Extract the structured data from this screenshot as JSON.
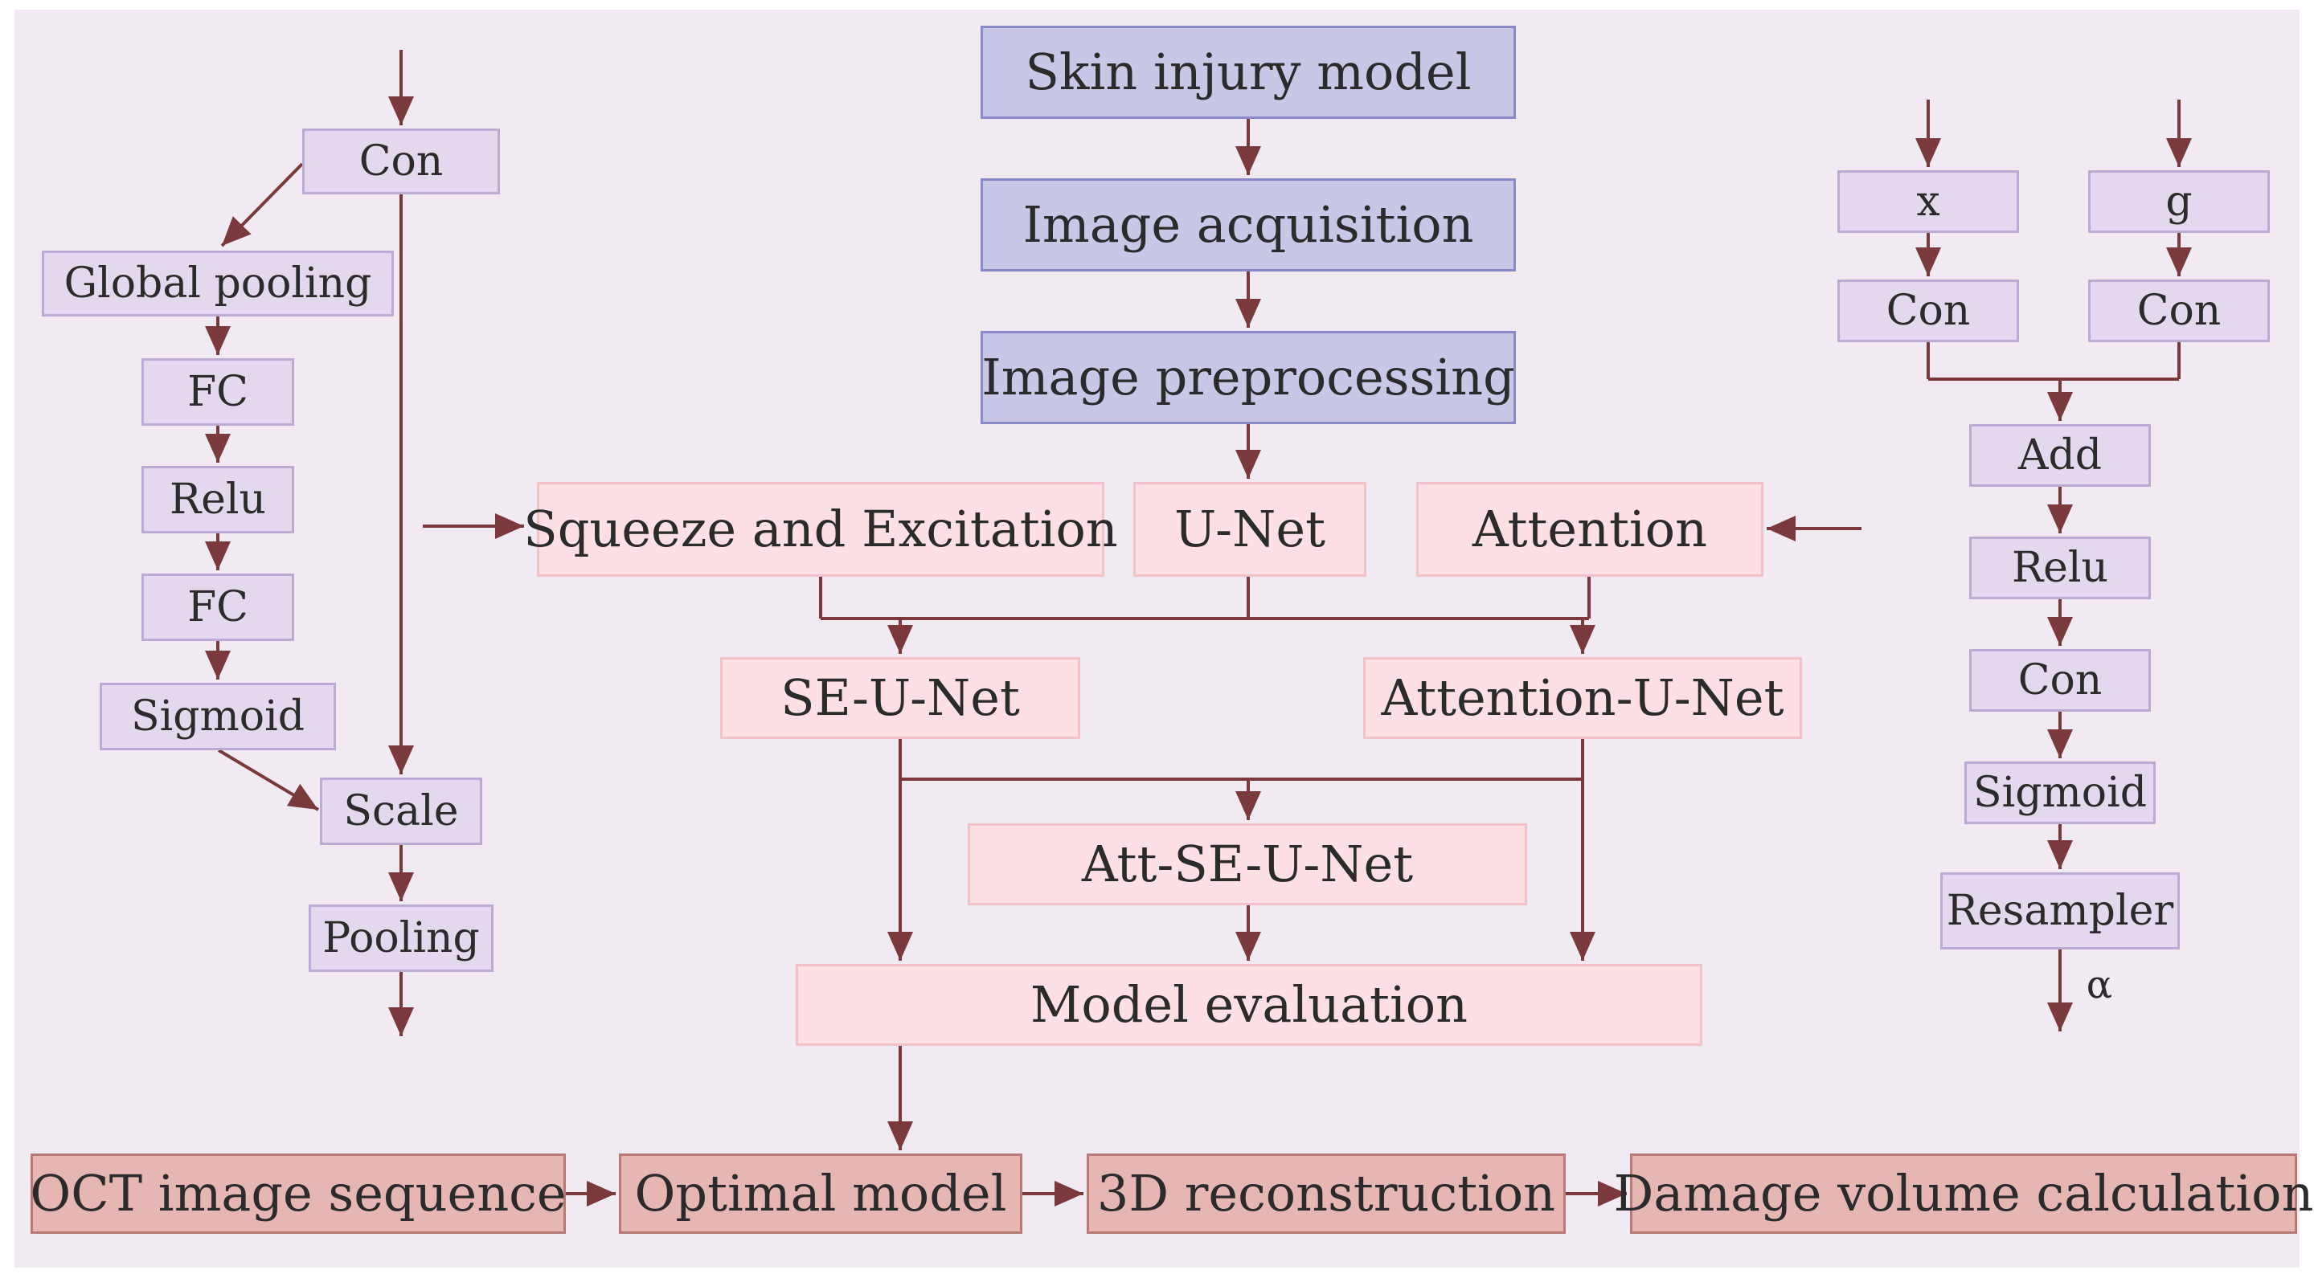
{
  "colors": {
    "background": "#f1eaf3",
    "arrow": "#7a3a3c",
    "blue_box": "#c8c8e6",
    "pink_box": "#fde0e4",
    "lavender_box": "#e4d8ee",
    "salmon_box": "#e6b7b2"
  },
  "center": {
    "skin_injury_model": "Skin injury model",
    "image_acquisition": "Image acquisition",
    "image_preprocessing": "Image preprocessing",
    "squeeze_excitation": "Squeeze and Excitation",
    "unet": "U-Net",
    "attention": "Attention",
    "se_unet": "SE-U-Net",
    "attention_unet": "Attention-U-Net",
    "att_se_unet": "Att-SE-U-Net",
    "model_evaluation": "Model evaluation"
  },
  "bottom": {
    "oct_image_sequence": "OCT image sequence",
    "optimal_model": "Optimal model",
    "reconstruction_3d": "3D reconstruction",
    "damage_volume": "Damage volume calculation"
  },
  "se_block": {
    "con": "Con",
    "global_pooling": "Global pooling",
    "fc1": "FC",
    "relu": "Relu",
    "fc2": "FC",
    "sigmoid": "Sigmoid",
    "scale": "Scale",
    "pooling": "Pooling"
  },
  "attention_block": {
    "x": "x",
    "g": "g",
    "con_x": "Con",
    "con_g": "Con",
    "add": "Add",
    "relu": "Relu",
    "con": "Con",
    "sigmoid": "Sigmoid",
    "resampler": "Resampler",
    "alpha": "α"
  }
}
